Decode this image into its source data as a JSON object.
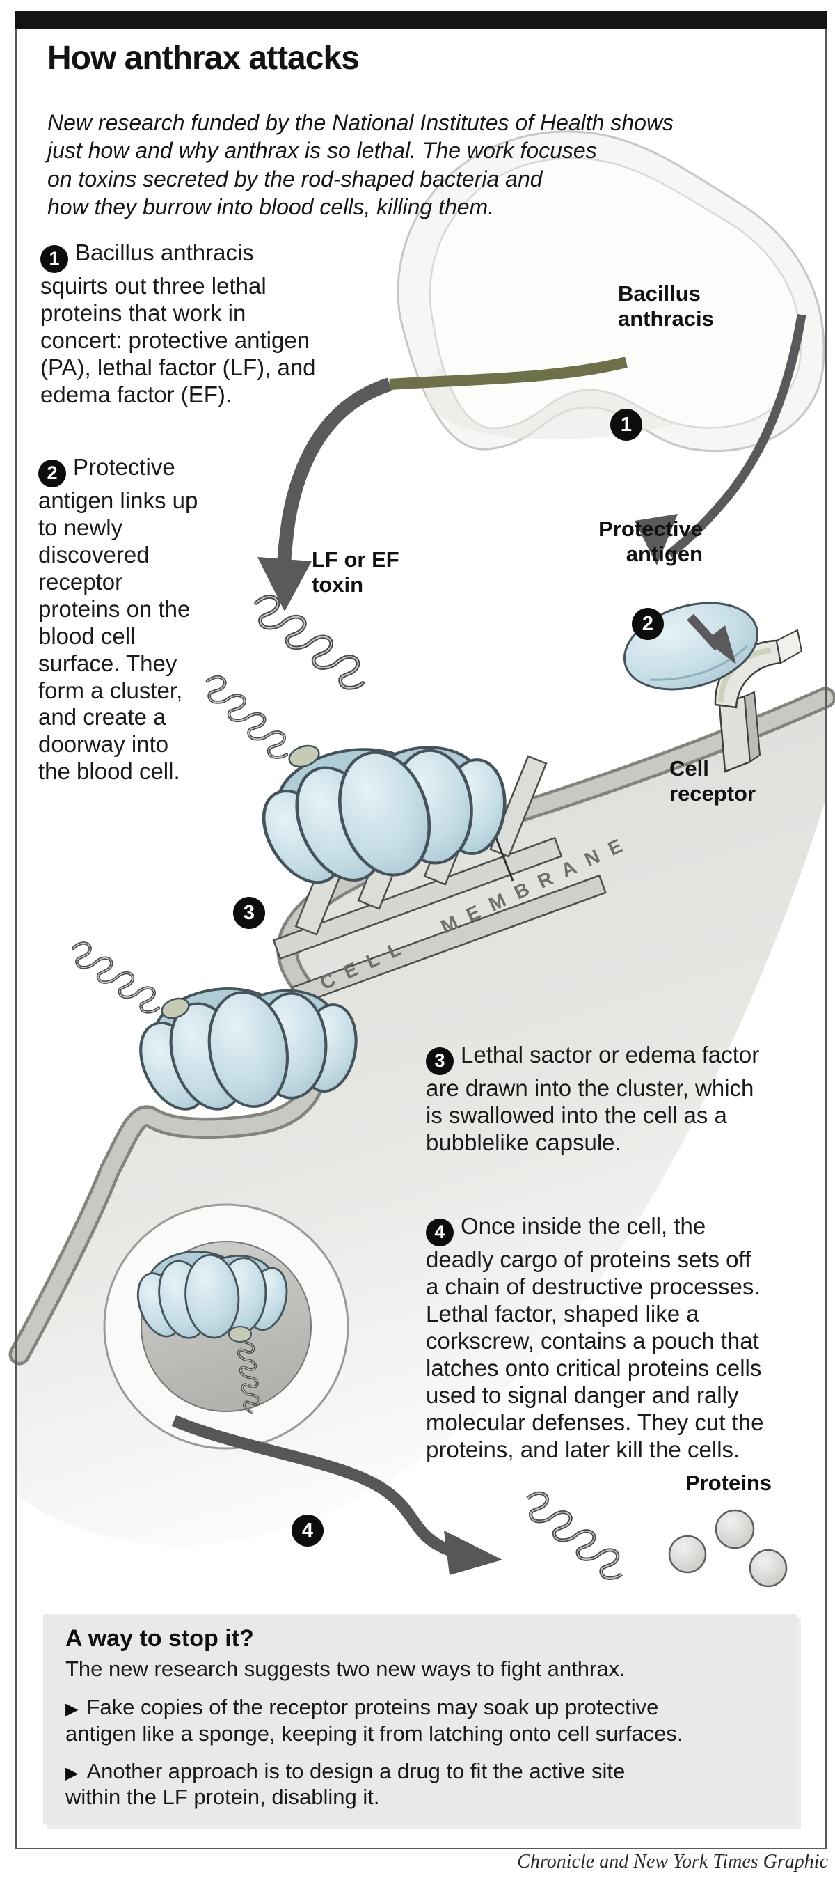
{
  "header": {
    "title": "How anthrax attacks",
    "intro": "New research funded by the National Institutes of Health shows\njust how and why anthrax is so lethal. The work focuses\non toxins secreted by the rod-shaped bacteria and\nhow they burrow into blood cells, killing them."
  },
  "steps": [
    {
      "num": "1",
      "text": "Bacillus anthracis\nsquirts out three lethal\nproteins that work in\nconcert: protective antigen\n(PA), lethal factor (LF), and\nedema factor (EF)."
    },
    {
      "num": "2",
      "text": "Protective\nantigen links up\nto newly\ndiscovered\nreceptor\nproteins on the\nblood cell\nsurface. They\nform a cluster,\nand create a\ndoorway into\nthe blood cell."
    },
    {
      "num": "3",
      "text": "Lethal sactor or edema factor\nare drawn into the cluster, which\nis swallowed into the cell as a\nbubblelike capsule."
    },
    {
      "num": "4",
      "text": "Once inside the cell, the\ndeadly cargo of proteins sets off\na chain of destructive processes.\nLethal factor, shaped like a\ncorkscrew, contains a pouch that\nlatches onto critical proteins cells\nused to signal danger and rally\nmolecular defenses. They cut the\nproteins, and later kill the cells."
    }
  ],
  "labels": {
    "bacillus": "Bacillus\nanthracis",
    "protective_antigen": "Protective\nantigen",
    "lf_ef_toxin": "LF or EF\ntoxin",
    "cell_receptor": "Cell\nreceptor",
    "cell_membrane": "CELL MEMBRANE",
    "proteins": "Proteins"
  },
  "markers": {
    "m1": "1",
    "m2": "2",
    "m3": "3",
    "m4": "4"
  },
  "stop_box": {
    "heading": "A way to stop it?",
    "intro": "The new research suggests two new ways to fight anthrax.",
    "bullet_icon": "▶",
    "bullets": [
      {
        "text": "Fake copies of the receptor proteins may soak up protective\nantigen like a sponge, keeping it from latching onto cell surfaces."
      },
      {
        "text": "Another approach is to design a drug to fit the active site\nwithin the LF protein, disabling it."
      }
    ]
  },
  "credit": "Chronicle and New York Times Graphic",
  "colors": {
    "bar_black": "#141414",
    "arrow_gray": "#5a5a5c",
    "ribbon_olive": "#6e7049",
    "cluster_blue": "#bcd6df",
    "membrane_gray": "#c8c8c5",
    "cell_interior": "#e0e0dd",
    "box_bg": "#e9e9e7"
  }
}
